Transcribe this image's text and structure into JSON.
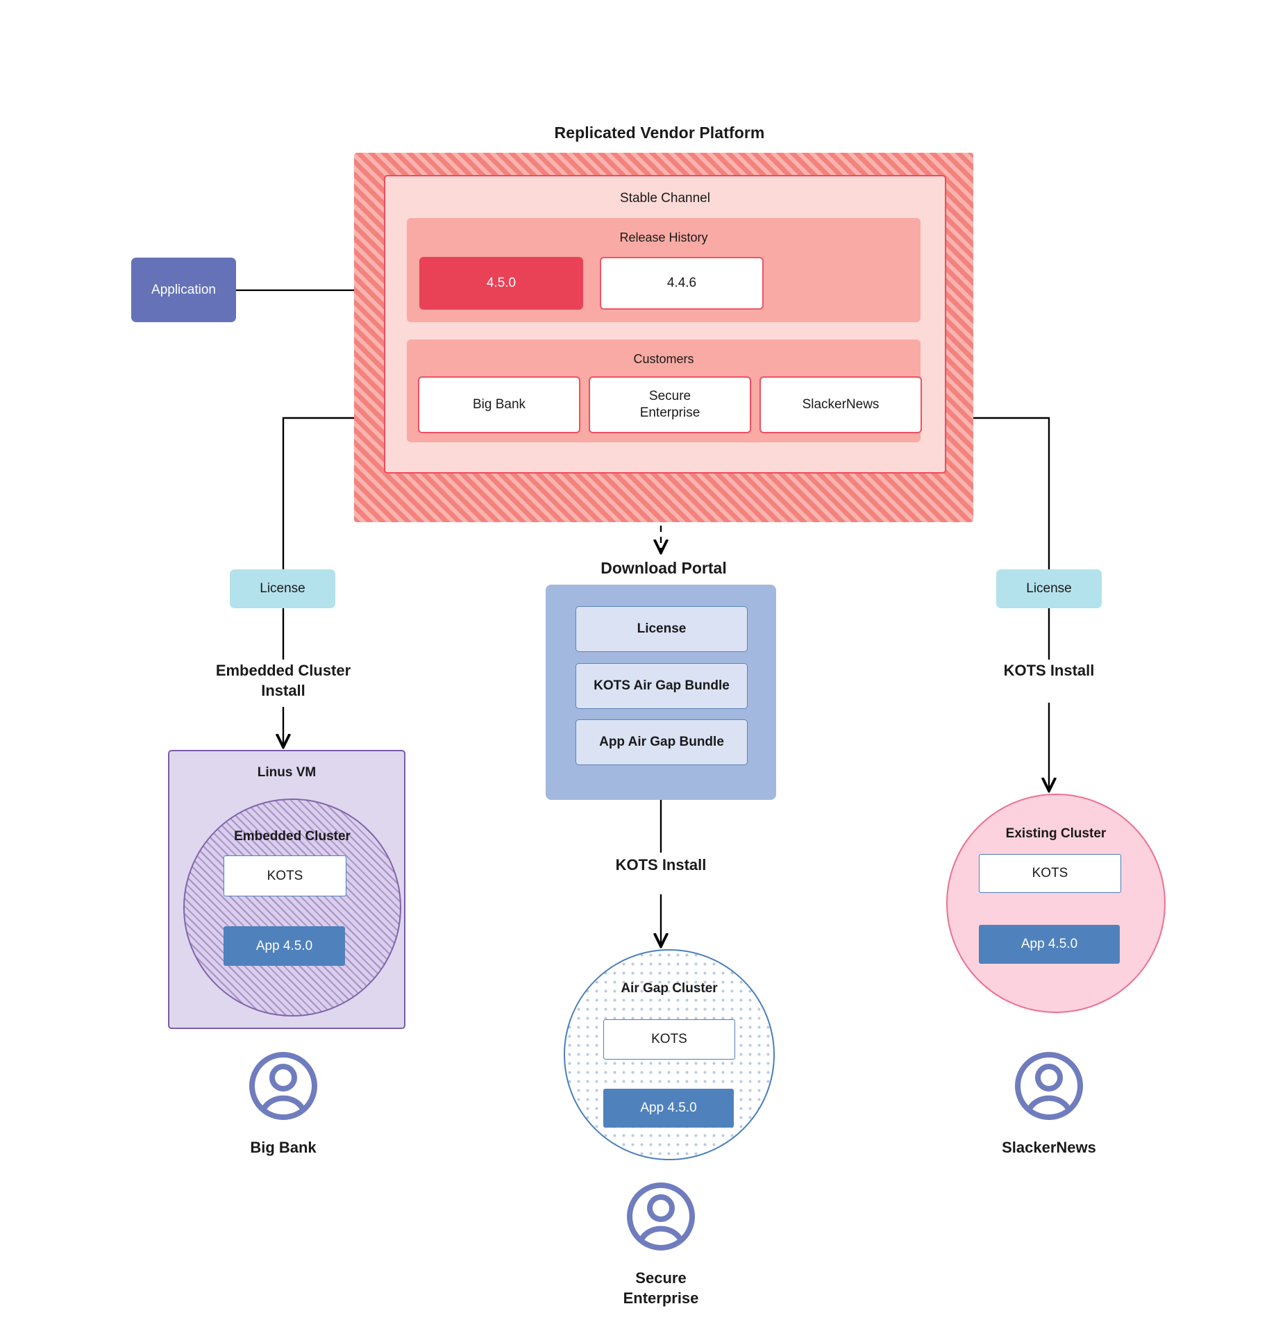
{
  "diagram": {
    "title": "Replicated Vendor Platform"
  },
  "application": {
    "label": "Application"
  },
  "vendor_platform": {
    "stable_channel": {
      "title": "Stable Channel",
      "release_history": {
        "title": "Release History",
        "releases": [
          {
            "version": "4.5.0",
            "state": "active"
          },
          {
            "version": "4.4.6",
            "state": "inactive"
          }
        ]
      },
      "customers": {
        "title": "Customers",
        "items": [
          {
            "name": "Big Bank"
          },
          {
            "name": "Secure\nEnterprise"
          },
          {
            "name": "SlackerNews"
          }
        ]
      }
    }
  },
  "licenses": {
    "left_label": "License",
    "right_label": "License"
  },
  "install_labels": {
    "embedded_cluster_install": "Embedded Cluster\nInstall",
    "kots_install_center": "KOTS Install",
    "kots_install_right": "KOTS Install"
  },
  "download_portal": {
    "title": "Download  Portal",
    "items": [
      {
        "label": "License"
      },
      {
        "label": "KOTS Air Gap Bundle"
      },
      {
        "label": "App Air Gap Bundle"
      }
    ]
  },
  "targets": {
    "linus_vm": {
      "title": "Linus VM",
      "embedded_cluster": {
        "title": "Embedded Cluster",
        "kots": "KOTS",
        "app": "App 4.5.0"
      }
    },
    "air_gap_cluster": {
      "title": "Air Gap Cluster",
      "kots": "KOTS",
      "app": "App 4.5.0"
    },
    "existing_cluster": {
      "title": "Existing Cluster",
      "kots": "KOTS",
      "app": "App 4.5.0"
    }
  },
  "end_users": [
    {
      "name": "Big Bank"
    },
    {
      "name": "Secure\nEnterprise"
    },
    {
      "name": "SlackerNews"
    }
  ],
  "colors": {
    "platform_hatch": "#f4827c",
    "channel_bg": "#fbdad7",
    "panel_bg": "#f9aaa4",
    "accent_red": "#e94257",
    "application_purple": "#6572b8",
    "license_cyan": "#b3e2ec",
    "portal_blue": "#a3b8de",
    "app_blue": "#4f81bd",
    "vm_purple": "#ded7ee",
    "existing_pink": "#fbd2dd"
  }
}
